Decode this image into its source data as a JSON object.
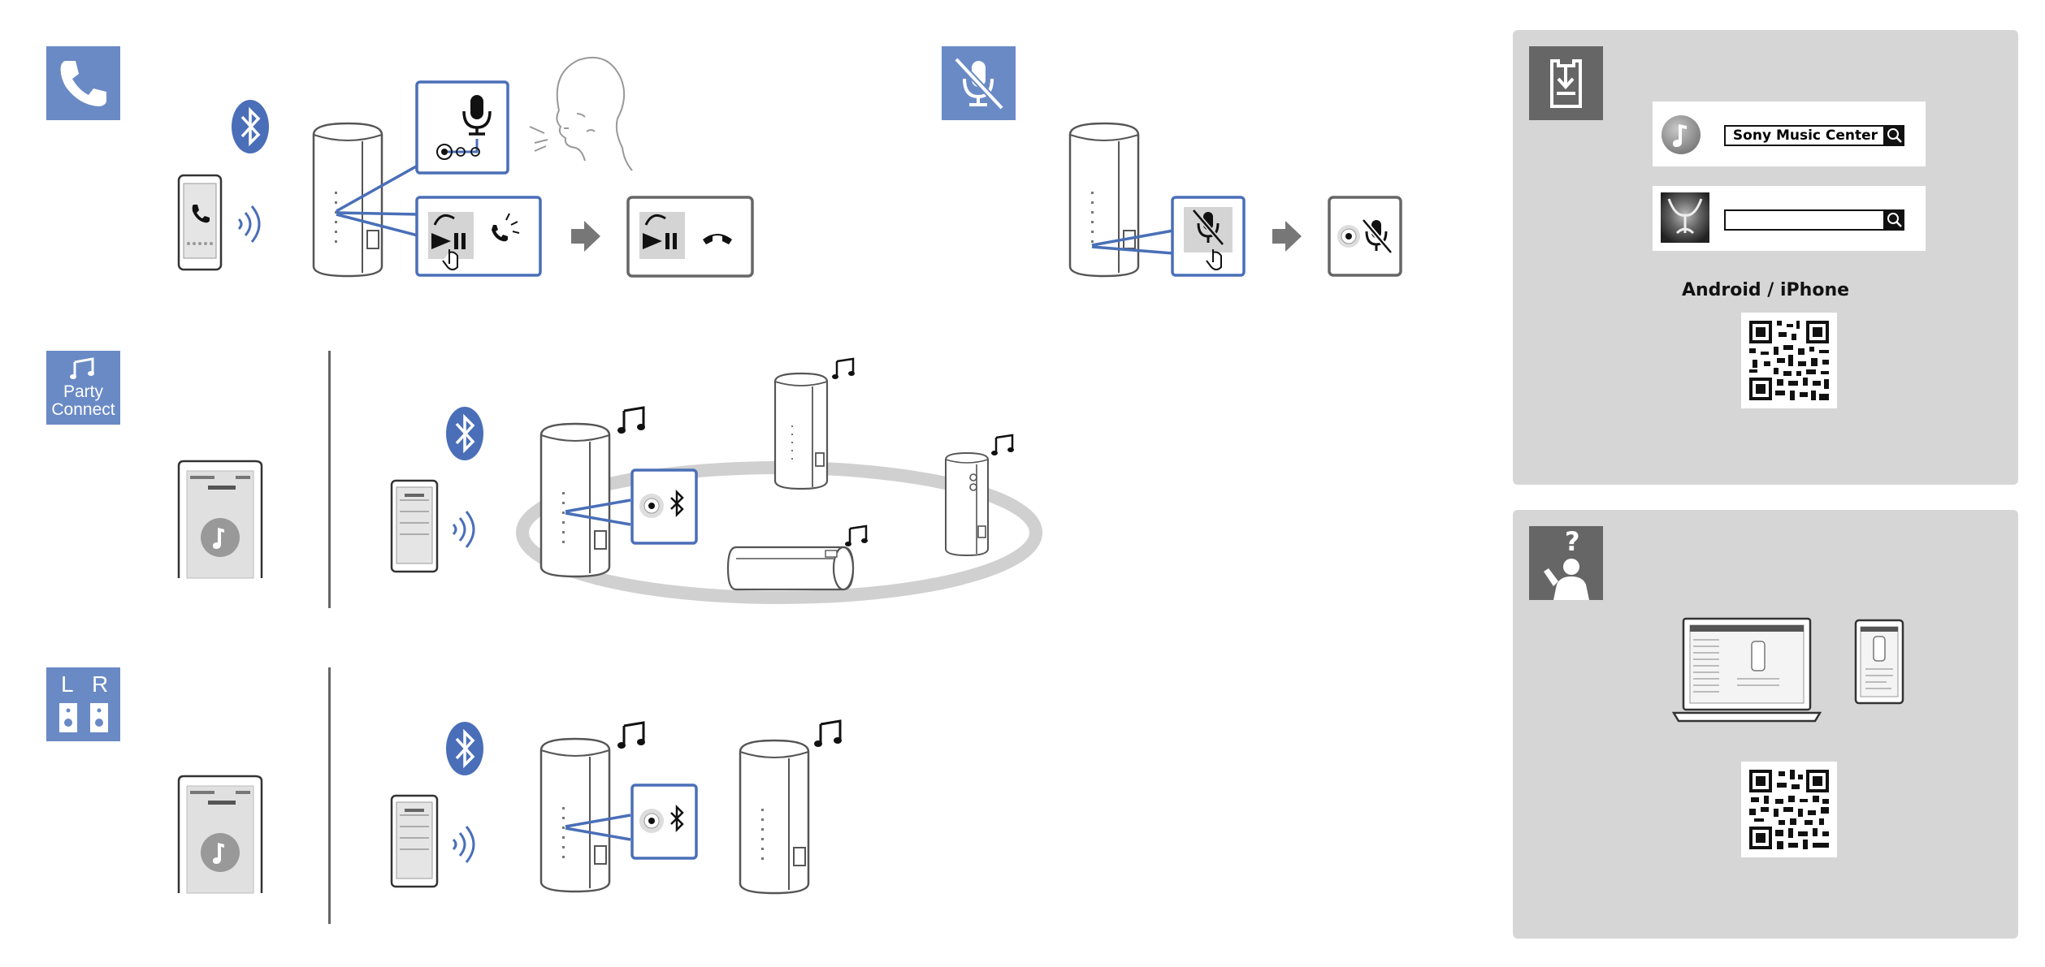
{
  "colors": {
    "accent_blue": "#6a8ac6",
    "line_blue": "#4a6fb8",
    "dark_gray": "#666666",
    "panel_gray": "#d6d6d6",
    "speaker_stroke": "#555555",
    "arrow_gray": "#777777"
  },
  "sections": {
    "call": {
      "icon": "phone-icon"
    },
    "mic_mute": {
      "icon": "mic-mute-icon"
    },
    "party_connect": {
      "icon": "music-note-icon",
      "label_line1": "Party",
      "label_line2": "Connect"
    },
    "stereo_pair": {
      "icon": "stereo-speakers-icon",
      "left_label": "L",
      "right_label": "R"
    }
  },
  "app_panel": {
    "icon": "app-download-icon",
    "search_label": "Sony Music Center",
    "second_search_label": "",
    "platform_label": "Android / iPhone"
  },
  "help_panel": {
    "icon": "help-person-icon",
    "help_mark": "?"
  }
}
